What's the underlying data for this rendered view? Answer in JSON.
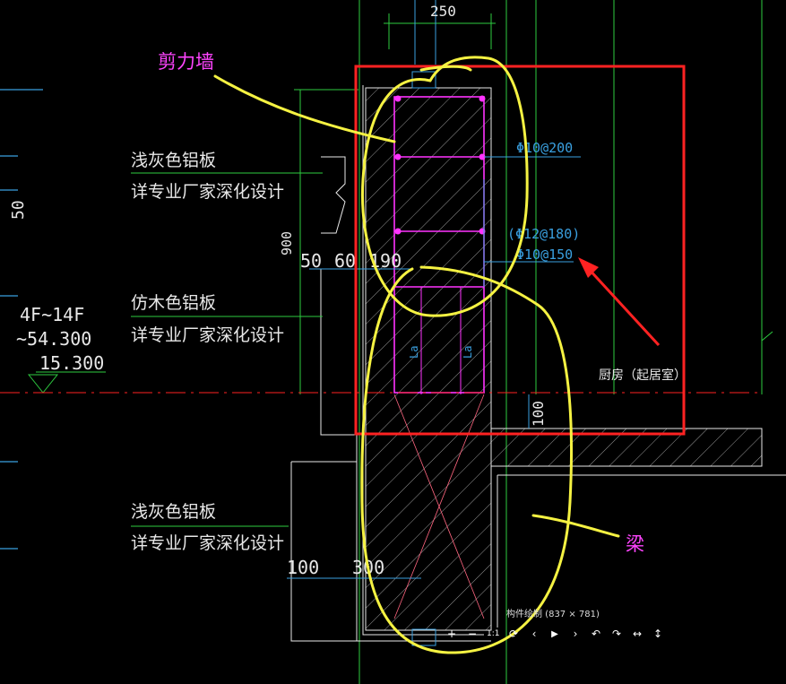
{
  "dims": {
    "top_width": "250",
    "height_900": "900",
    "d50": "50",
    "d60": "60",
    "d190": "190",
    "d100_right": "100",
    "d100_bottom": "100",
    "d300": "300",
    "left_50": "50"
  },
  "rebar": {
    "r1": "Φ10@200",
    "r2": "(Φ12@180)",
    "r3": "Φ10@150"
  },
  "labels": {
    "panel1_line1": "浅灰色铝板",
    "panel1_line2": "详专业厂家深化设计",
    "panel2_line1": "仿木色铝板",
    "panel2_line2": "详专业厂家深化设计",
    "panel3_line1": "浅灰色铝板",
    "panel3_line2": "详专业厂家深化设计",
    "room": "厨房（起居室）",
    "la": "La"
  },
  "elevation": {
    "floors": "4F~14F",
    "top": "~54.300",
    "bottom": "15.300"
  },
  "annotations": {
    "shear_wall": "剪力墙",
    "beam": "梁"
  },
  "toolbar": {
    "caption": "构件绘制 (837 × 781)",
    "zoom_in": "+",
    "zoom_out": "−",
    "fit": "1:1",
    "rotate": "⟳",
    "prev": "‹",
    "play": "▶",
    "next": "›",
    "undo": "↶",
    "redo": "↷",
    "fit_width": "↔",
    "fit_height": "↕"
  },
  "colors": {
    "background": "#000000",
    "cad_green": "#2ecc40",
    "cad_white": "#e8e8e8",
    "rebar_magenta": "#ff33ff",
    "dim_cyan": "#3aa0e0",
    "highlight_red": "#ff2222",
    "annotation_yellow": "#f5f242",
    "annotation_text": "#ff44ff"
  }
}
